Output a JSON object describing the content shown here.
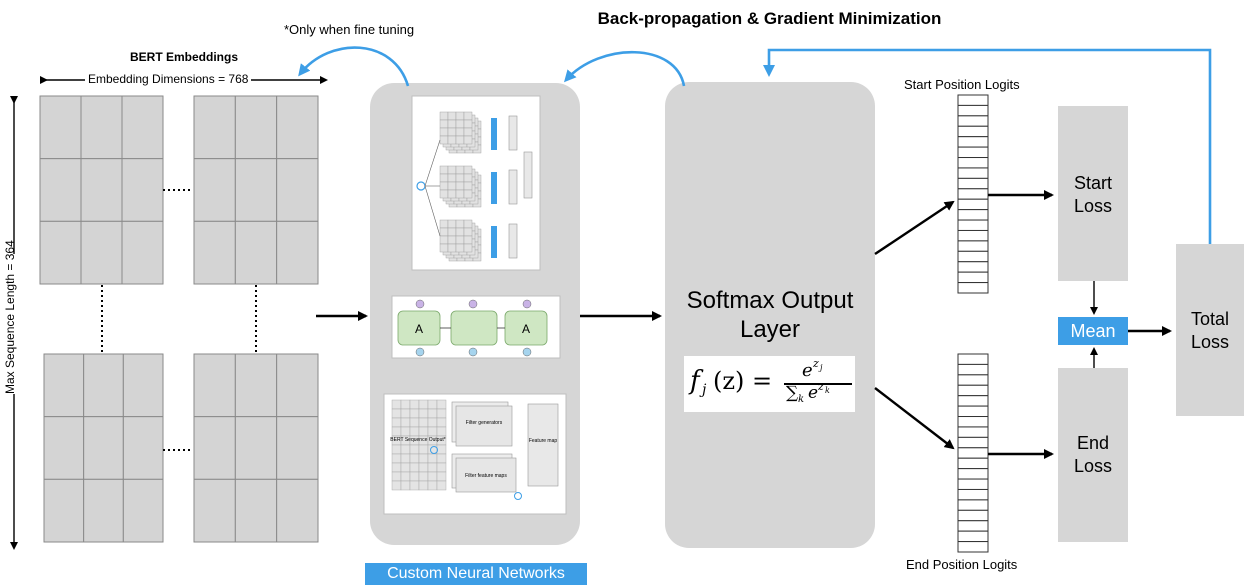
{
  "header": {
    "backprop_label": "Back-propagation & Gradient Minimization",
    "finetune_note": "*Only when fine tuning"
  },
  "embeddings": {
    "title": "BERT Embeddings",
    "width_label": "Embedding Dimensions = 768",
    "height_label": "Max Sequence Length = 364"
  },
  "custom_nn": {
    "label": "Custom Neural Networks",
    "lstm_cell_label": "A",
    "cnn_labels": {
      "bert_output": "BERT Sequence Output*",
      "filter_generators": "Filter generators",
      "filter_feature_maps": "Filter feature maps",
      "feature_map": "Feature map"
    }
  },
  "softmax": {
    "title": "Softmax Output Layer",
    "formula_lhs": "f",
    "formula_sub": "j",
    "formula_arg": "(z) =",
    "formula_num": "e",
    "formula_num_sup": "z",
    "formula_num_sub": "j",
    "formula_den_sum": "∑",
    "formula_den_sub": "k",
    "formula_den_e": "e",
    "formula_den_sup": "z",
    "formula_den_sup_sub": "k"
  },
  "logits": {
    "start_label": "Start Position Logits",
    "end_label": "End Position Logits"
  },
  "losses": {
    "start_loss": "Start Loss",
    "end_loss": "End Loss",
    "mean": "Mean",
    "total_loss": "Total Loss"
  },
  "colors": {
    "accent_blue": "#3d9ee6",
    "panel_gray": "#d6d6d6",
    "grid_gray": "#d4d4d4"
  }
}
